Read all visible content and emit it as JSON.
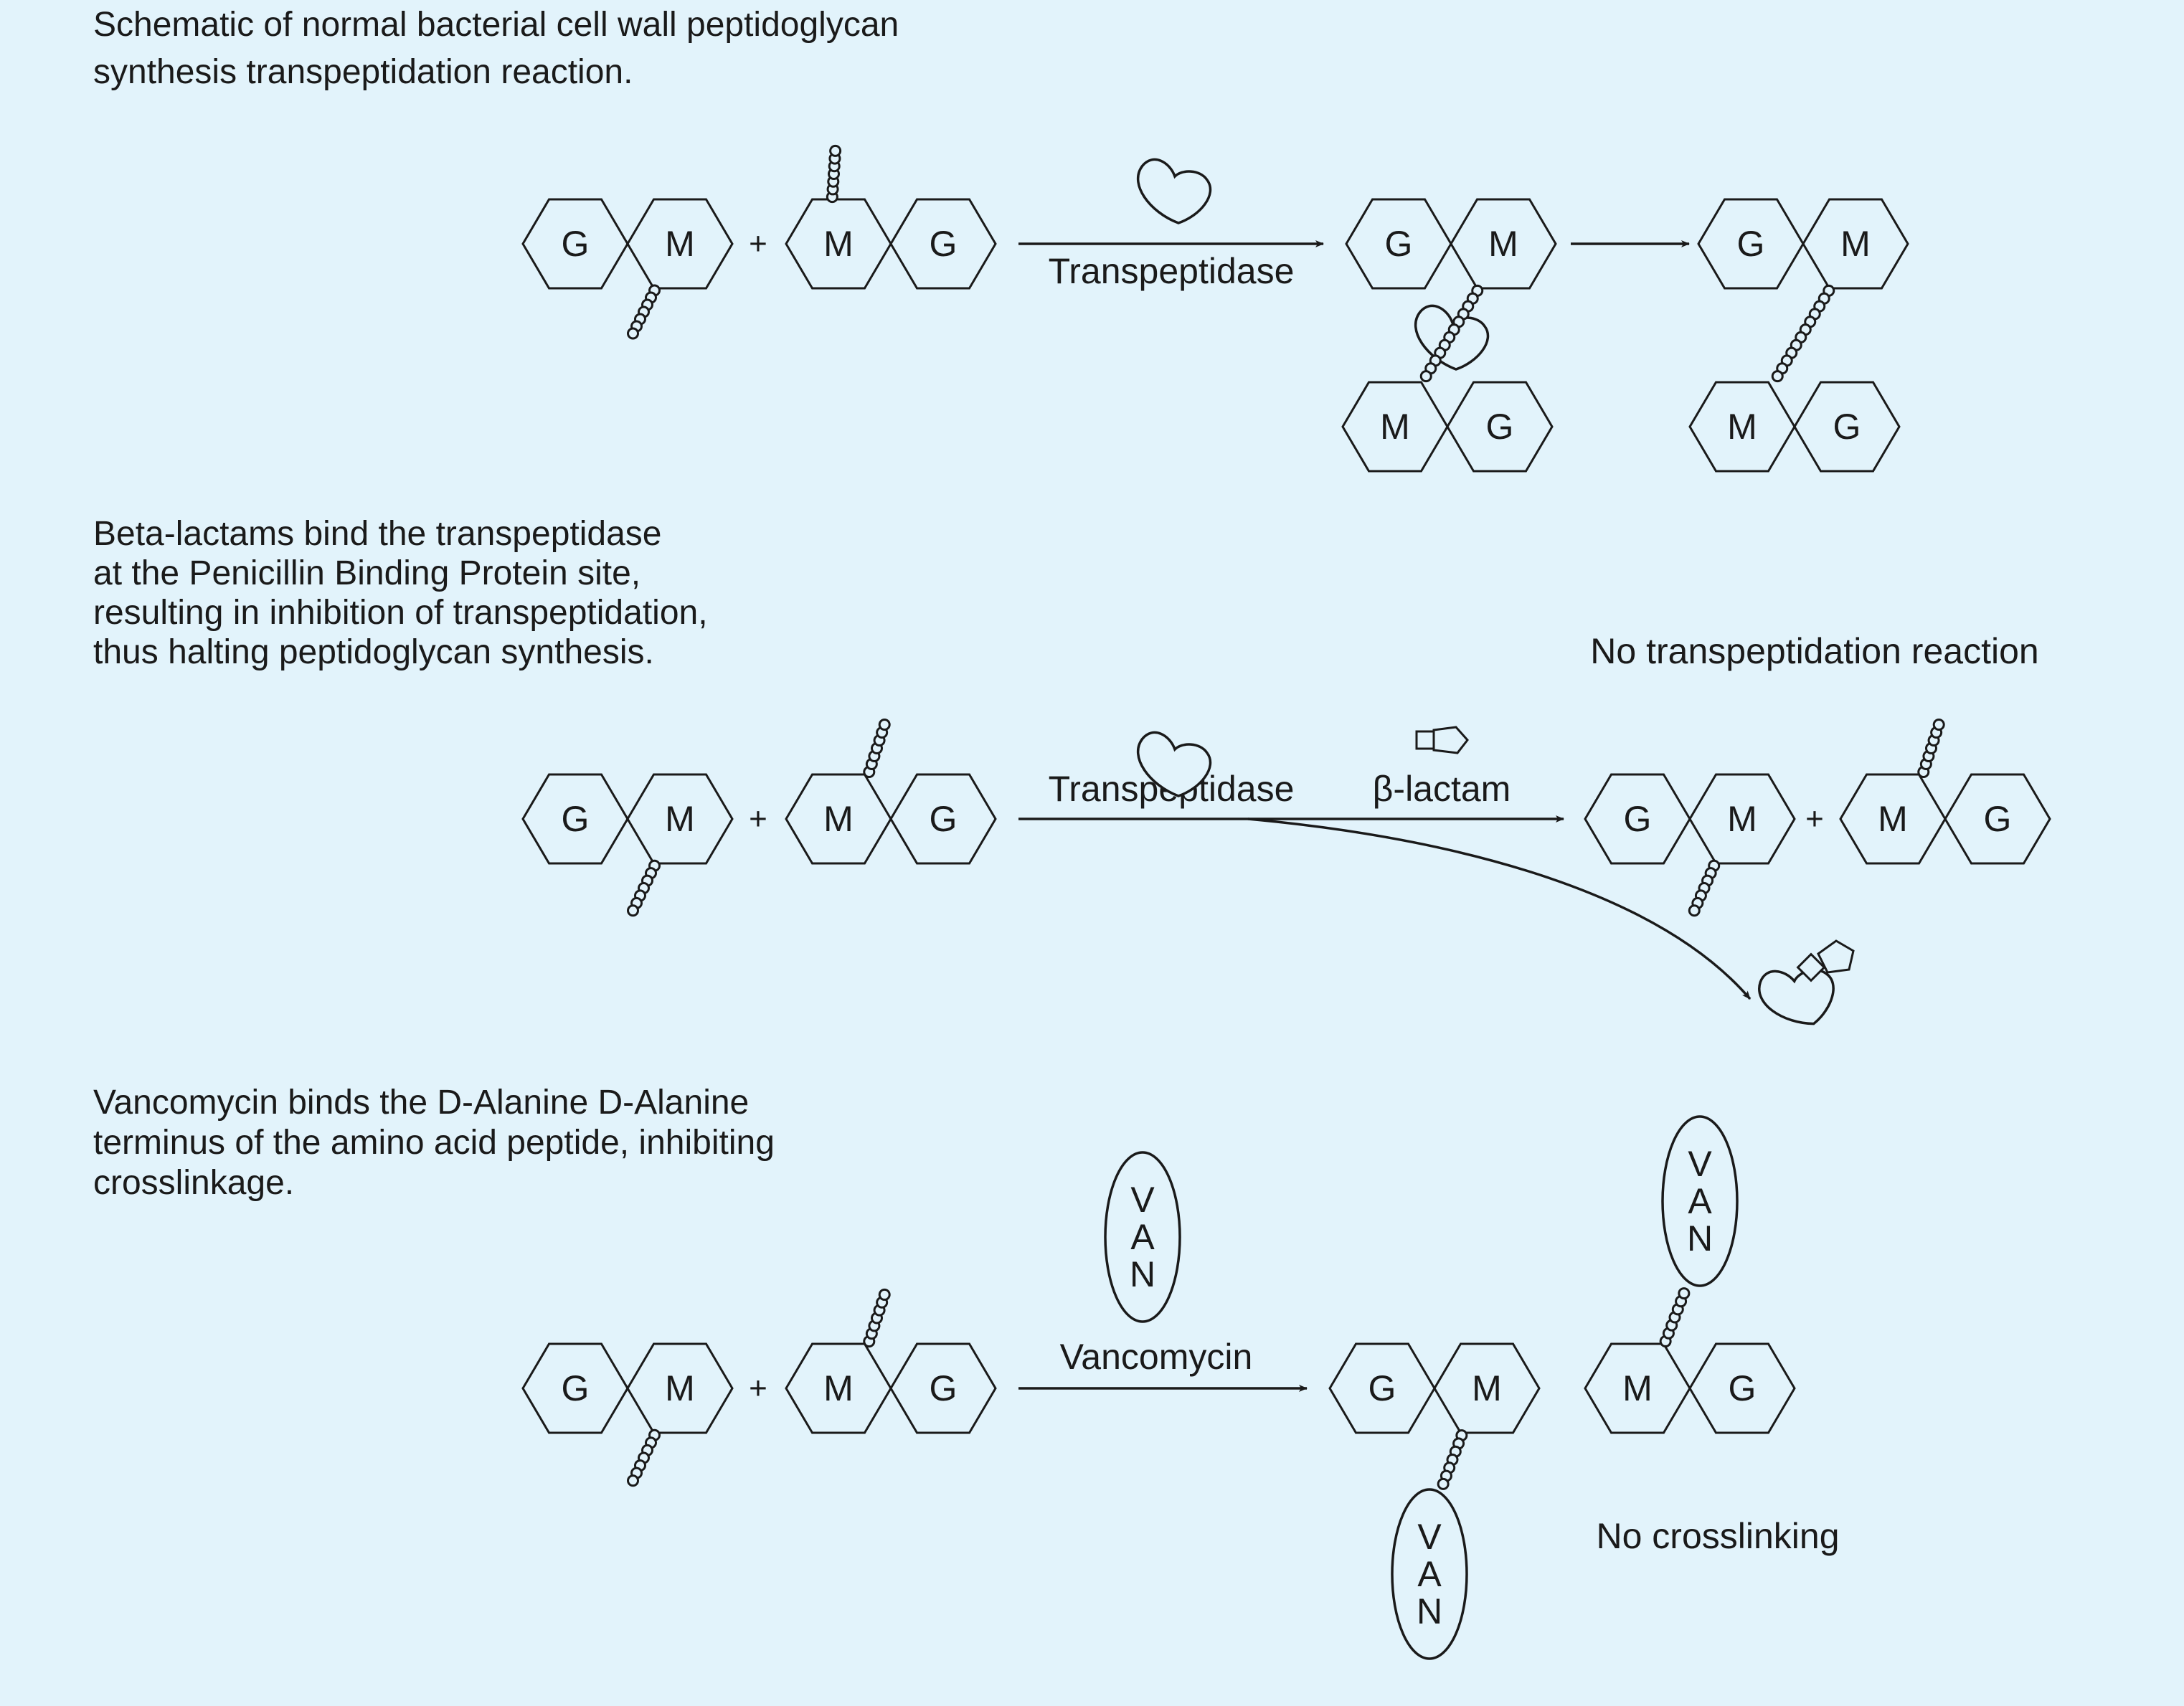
{
  "captions": {
    "normal": [
      "Schematic of normal bacterial cell wall peptidoglycan",
      "synthesis transpeptidation reaction."
    ],
    "beta_lactam": [
      "Beta-lactams bind the transpeptidase",
      "at the Penicillin Binding Protein site,",
      "resulting in inhibition of transpeptidation,",
      "thus halting peptidoglycan synthesis."
    ],
    "vancomycin": [
      "Vancomycin binds the D-Alanine D-Alanine",
      "terminus of the amino acid peptide, inhibiting",
      "crosslinkage."
    ]
  },
  "units": {
    "g": "G",
    "m": "M"
  },
  "plus": "+",
  "van_letters": [
    "V",
    "A",
    "N"
  ],
  "arrow_labels": {
    "transpeptidase": "Transpeptidase",
    "beta_lactam": "β-lactam",
    "vancomycin": "Vancomycin"
  },
  "result_labels": {
    "no_transpeptidation": "No transpeptidation reaction",
    "no_crosslinking": "No crosslinking"
  }
}
